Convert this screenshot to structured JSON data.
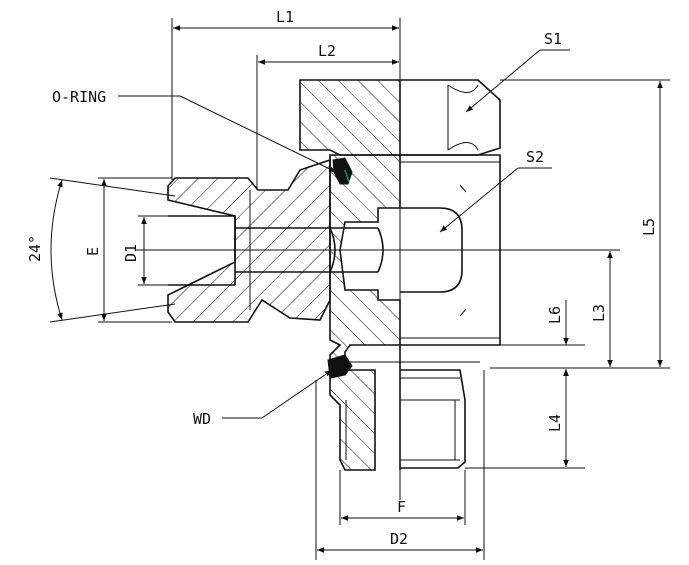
{
  "labels": {
    "L1": "L1",
    "L2": "L2",
    "S1": "S1",
    "S2": "S2",
    "o_ring": "O-RING",
    "E": "E",
    "D1": "D1",
    "angle": "24°",
    "L3": "L3",
    "L4": "L4",
    "L5": "L5",
    "L6": "L6",
    "WD": "WD",
    "F": "F",
    "D2": "D2"
  },
  "colors": {
    "line": "#111111",
    "background": "#ffffff",
    "seal_accent": "#2a8a5a"
  }
}
